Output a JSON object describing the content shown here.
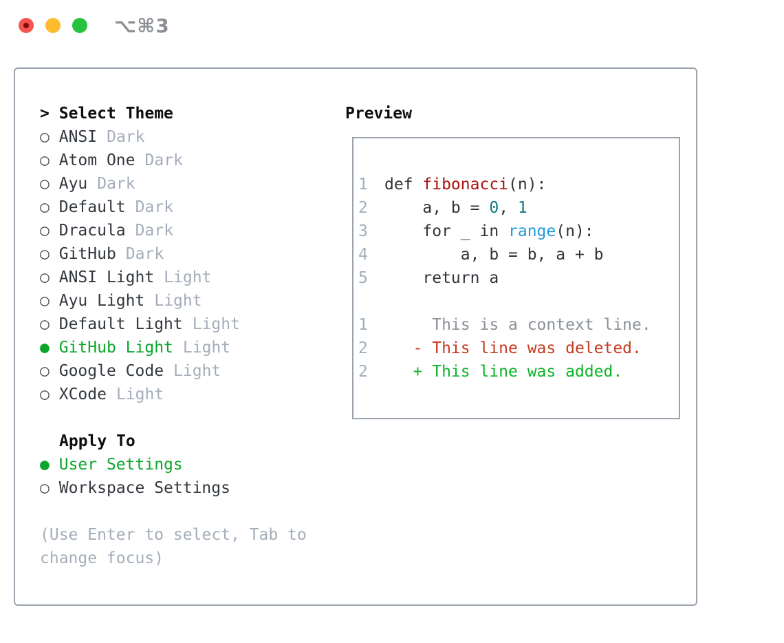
{
  "window": {
    "title": "⌥⌘3",
    "traffic_lights": {
      "close": "close-button",
      "minimize": "minimize-button",
      "zoom": "zoom-button"
    }
  },
  "theme_picker": {
    "cursor": ">",
    "header": "Select Theme",
    "items": [
      {
        "bullet": "○",
        "label": "ANSI",
        "variant": "Dark",
        "selected": false
      },
      {
        "bullet": "○",
        "label": "Atom One",
        "variant": "Dark",
        "selected": false
      },
      {
        "bullet": "○",
        "label": "Ayu",
        "variant": "Dark",
        "selected": false
      },
      {
        "bullet": "○",
        "label": "Default",
        "variant": "Dark",
        "selected": false
      },
      {
        "bullet": "○",
        "label": "Dracula",
        "variant": "Dark",
        "selected": false
      },
      {
        "bullet": "○",
        "label": "GitHub",
        "variant": "Dark",
        "selected": false
      },
      {
        "bullet": "○",
        "label": "ANSI Light",
        "variant": "Light",
        "selected": false
      },
      {
        "bullet": "○",
        "label": "Ayu Light",
        "variant": "Light",
        "selected": false
      },
      {
        "bullet": "○",
        "label": "Default Light",
        "variant": "Light",
        "selected": false
      },
      {
        "bullet": "●",
        "label": "GitHub Light",
        "variant": "Light",
        "selected": true
      },
      {
        "bullet": "○",
        "label": "Google Code",
        "variant": "Light",
        "selected": false
      },
      {
        "bullet": "○",
        "label": "XCode",
        "variant": "Light",
        "selected": false
      }
    ],
    "apply_to": {
      "header": "Apply To",
      "options": [
        {
          "bullet": "●",
          "label": "User Settings",
          "selected": true
        },
        {
          "bullet": "○",
          "label": "Workspace Settings",
          "selected": false
        }
      ]
    },
    "hint": "(Use Enter to select, Tab to change focus)"
  },
  "preview": {
    "title": "Preview",
    "lines": [
      {
        "num": "1",
        "segments": [
          [
            "code",
            "def "
          ],
          [
            "func",
            "fibonacci"
          ],
          [
            "code",
            "(n):"
          ]
        ]
      },
      {
        "num": "2",
        "segments": [
          [
            "code",
            "    a, b = "
          ],
          [
            "num",
            "0"
          ],
          [
            "code",
            ", "
          ],
          [
            "num",
            "1"
          ]
        ]
      },
      {
        "num": "3",
        "segments": [
          [
            "code",
            "    for _ in "
          ],
          [
            "builtin",
            "range"
          ],
          [
            "code",
            "(n):"
          ]
        ]
      },
      {
        "num": "4",
        "segments": [
          [
            "code",
            "        a, b = b, a + b"
          ]
        ]
      },
      {
        "num": "5",
        "segments": [
          [
            "code",
            "    return a"
          ]
        ]
      },
      {
        "num": "",
        "segments": []
      },
      {
        "num": "1",
        "segments": [
          [
            "context",
            "     This is a context line."
          ]
        ]
      },
      {
        "num": "2",
        "segments": [
          [
            "deleted",
            "   - This line was deleted."
          ]
        ]
      },
      {
        "num": "2",
        "segments": [
          [
            "added",
            "   + This line was added."
          ]
        ]
      }
    ]
  },
  "colors": {
    "selected_green": "#0ca62c",
    "added_green": "#0db327",
    "deleted_red": "#c53a20",
    "function_red": "#a8120f",
    "number_teal": "#0e7a82",
    "builtin_blue": "#1f9ad6",
    "muted_gray": "#a4adb9",
    "border_gray": "#9aa2ac",
    "traffic_red": "#f4564f",
    "traffic_yellow": "#fcbc2d",
    "traffic_green": "#27c33d"
  }
}
